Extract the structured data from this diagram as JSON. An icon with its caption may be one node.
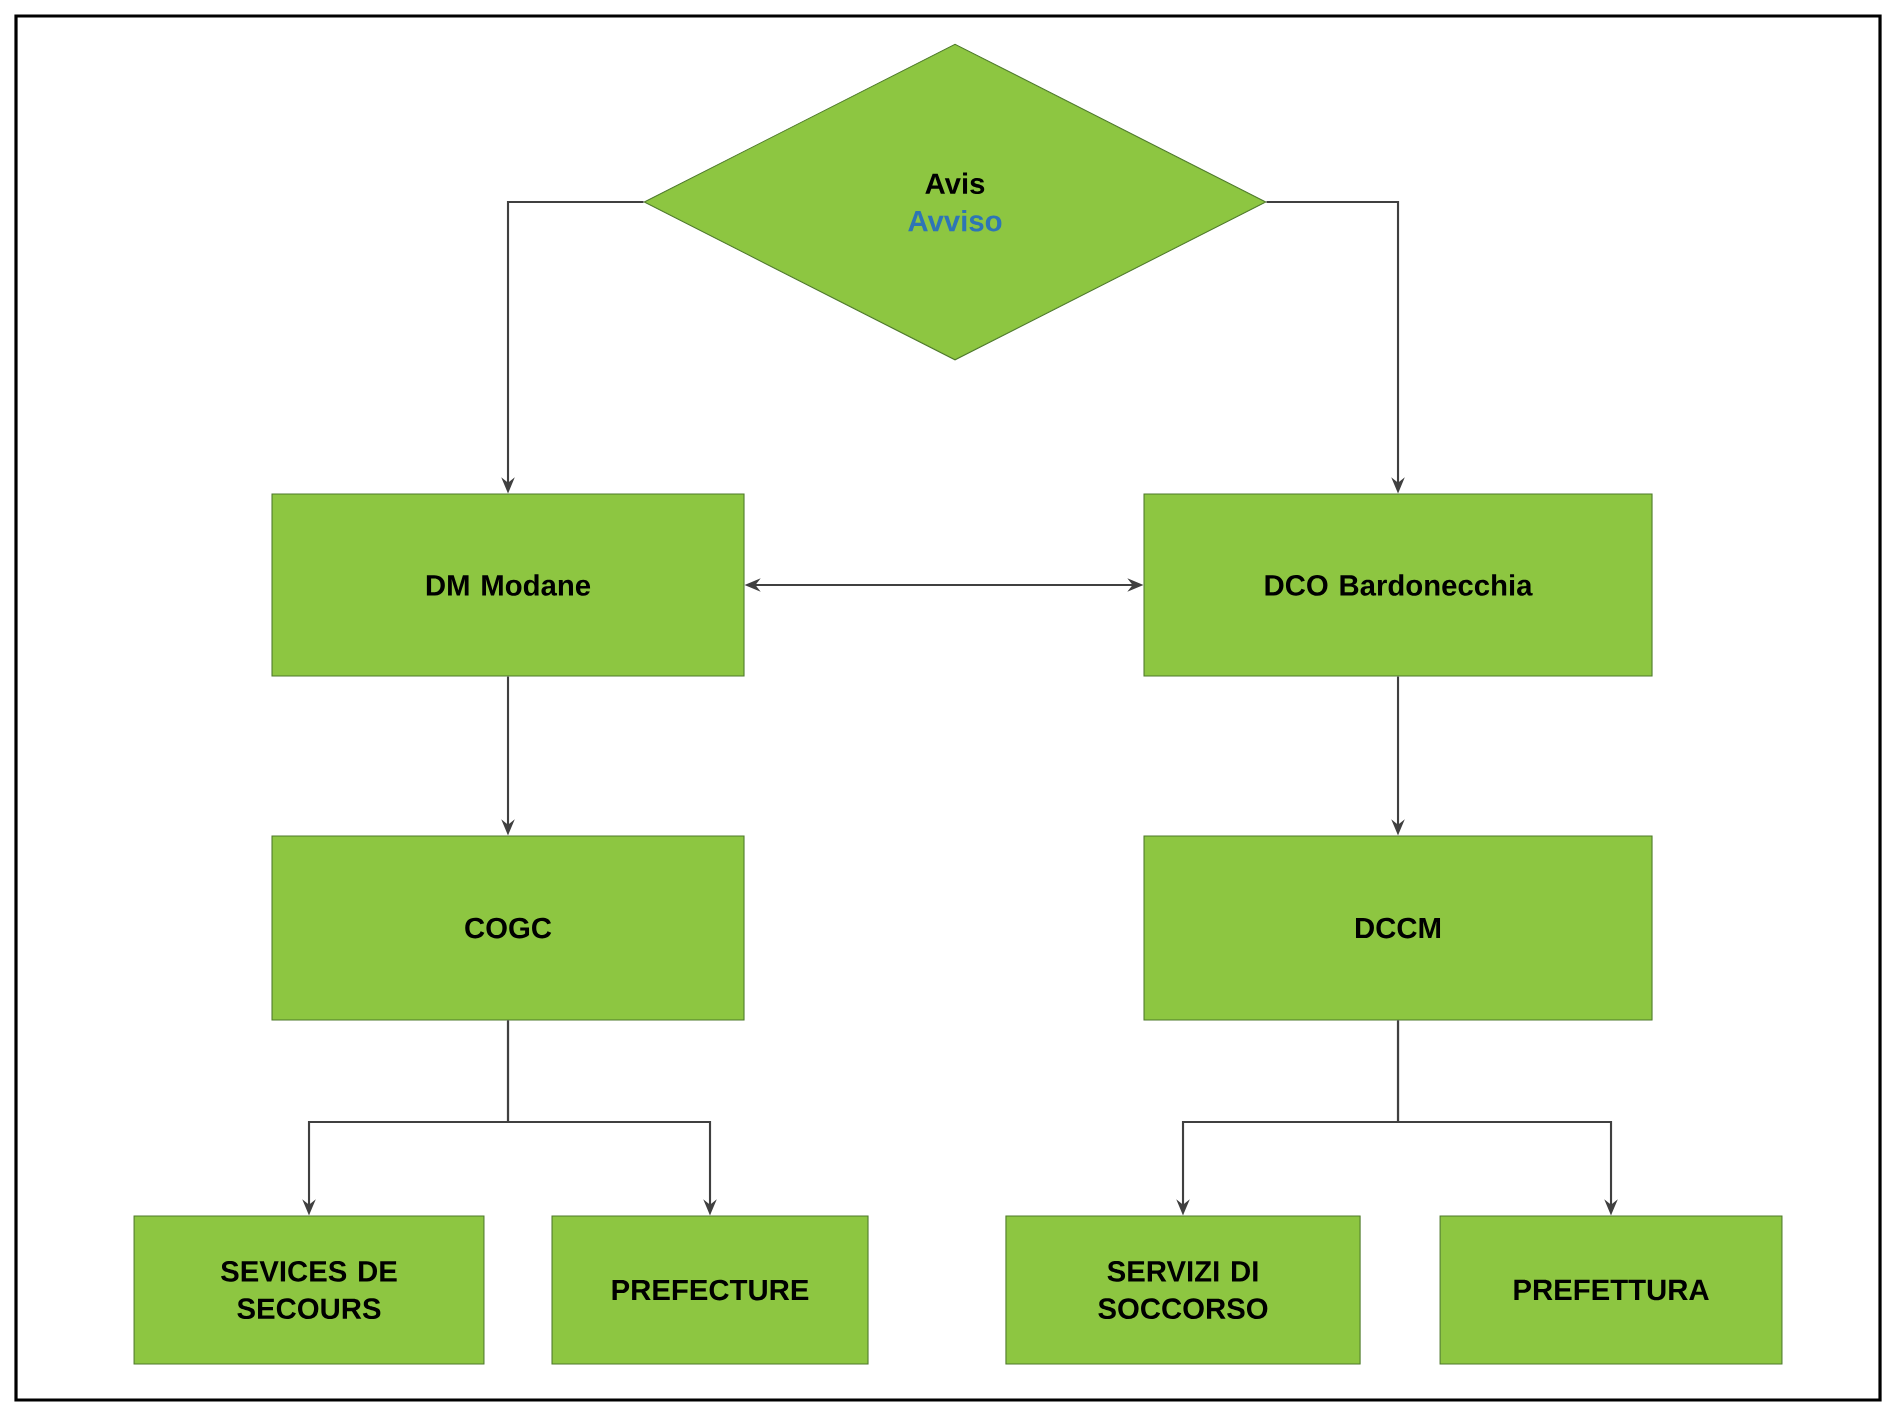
{
  "diagram": {
    "nodes": [
      {
        "text": [
          "Avis",
          "Avviso"
        ]
      },
      {
        "text": [
          "DM Modane"
        ]
      },
      {
        "text": [
          "DCO Bardonecchia"
        ]
      },
      {
        "text": [
          "COGC"
        ]
      },
      {
        "text": [
          "DCCM"
        ]
      },
      {
        "text": [
          "SEVICES DE SECOURS"
        ]
      },
      {
        "text": [
          "PREFECTURE"
        ]
      },
      {
        "text": [
          "SERVIZI DI SOCCORSO"
        ]
      },
      {
        "text": [
          "PREFETTURA"
        ]
      }
    ],
    "edges": [
      {
        "from": 0,
        "to": 1,
        "arrow": "to"
      },
      {
        "from": 0,
        "to": 2,
        "arrow": "to"
      },
      {
        "from": 1,
        "to": 2,
        "arrow": "both"
      },
      {
        "from": 1,
        "to": 3,
        "arrow": "to"
      },
      {
        "from": 2,
        "to": 4,
        "arrow": "to"
      },
      {
        "from": 3,
        "to": 5,
        "arrow": "to"
      },
      {
        "from": 3,
        "to": 6,
        "arrow": "to"
      },
      {
        "from": 4,
        "to": 7,
        "arrow": "to"
      },
      {
        "from": 4,
        "to": 8,
        "arrow": "to"
      }
    ]
  }
}
